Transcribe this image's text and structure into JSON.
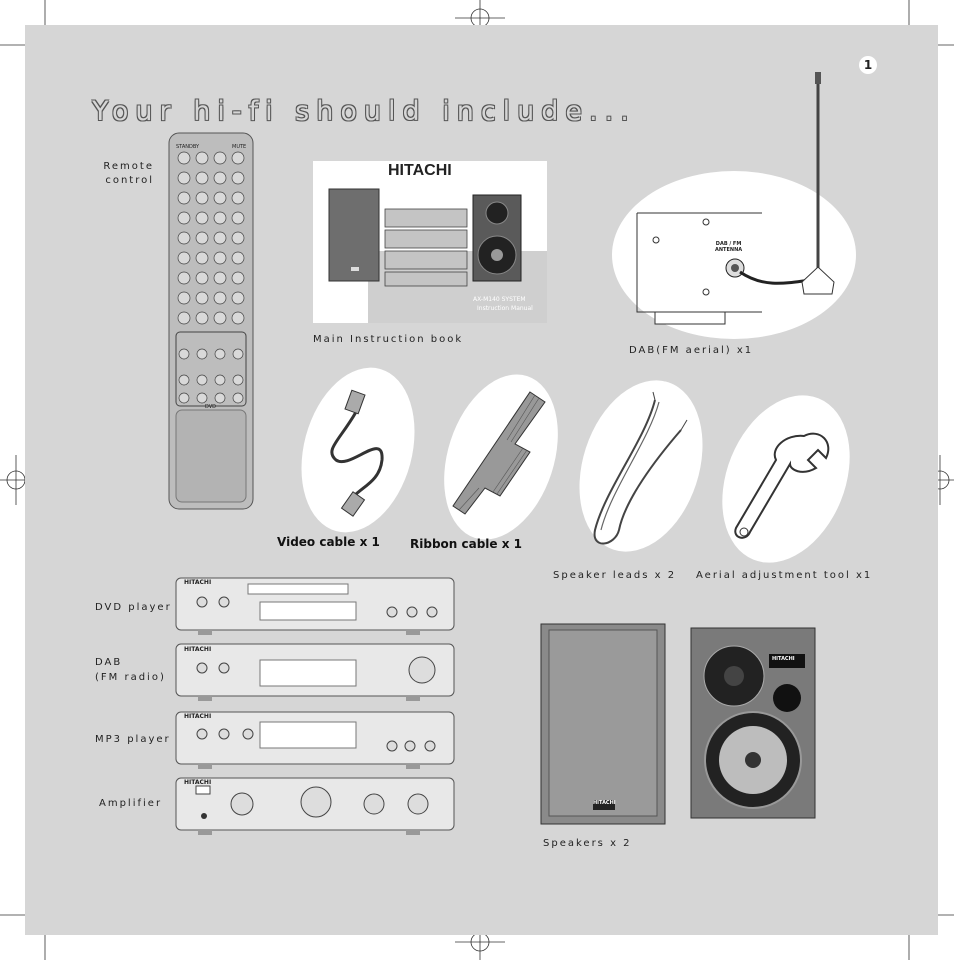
{
  "page_number": "1",
  "title": "Your hi-fi should include...",
  "items": {
    "remote_control": "Remote\ncontrol",
    "instruction_book": "Main Instruction book",
    "instruction_cover": {
      "brand": "HITACHI",
      "model": "AX-M140 SYSTEM",
      "subtitle": "Instruction Manual"
    },
    "dab_aerial": "DAB(FM aerial) x1",
    "aerial_panel_label": "DAB / FM\nANTENNA",
    "video_cable": "Video cable x 1",
    "ribbon_cable": "Ribbon cable x 1",
    "speaker_leads": "Speaker leads x 2",
    "aerial_tool": "Aerial adjustment tool x1",
    "speakers": "Speakers x 2",
    "speaker_badge": "HITACHI"
  },
  "components": [
    {
      "label": "DVD player",
      "brand": "HITACHI"
    },
    {
      "label": "DAB\n(FM radio)",
      "brand": "HITACHI"
    },
    {
      "label": "MP3 player",
      "brand": "HITACHI"
    },
    {
      "label": "Amplifier",
      "brand": "HITACHI"
    }
  ],
  "remote": {
    "top_buttons": [
      "STANDBY",
      "MUTE"
    ],
    "footer": "DVD"
  }
}
